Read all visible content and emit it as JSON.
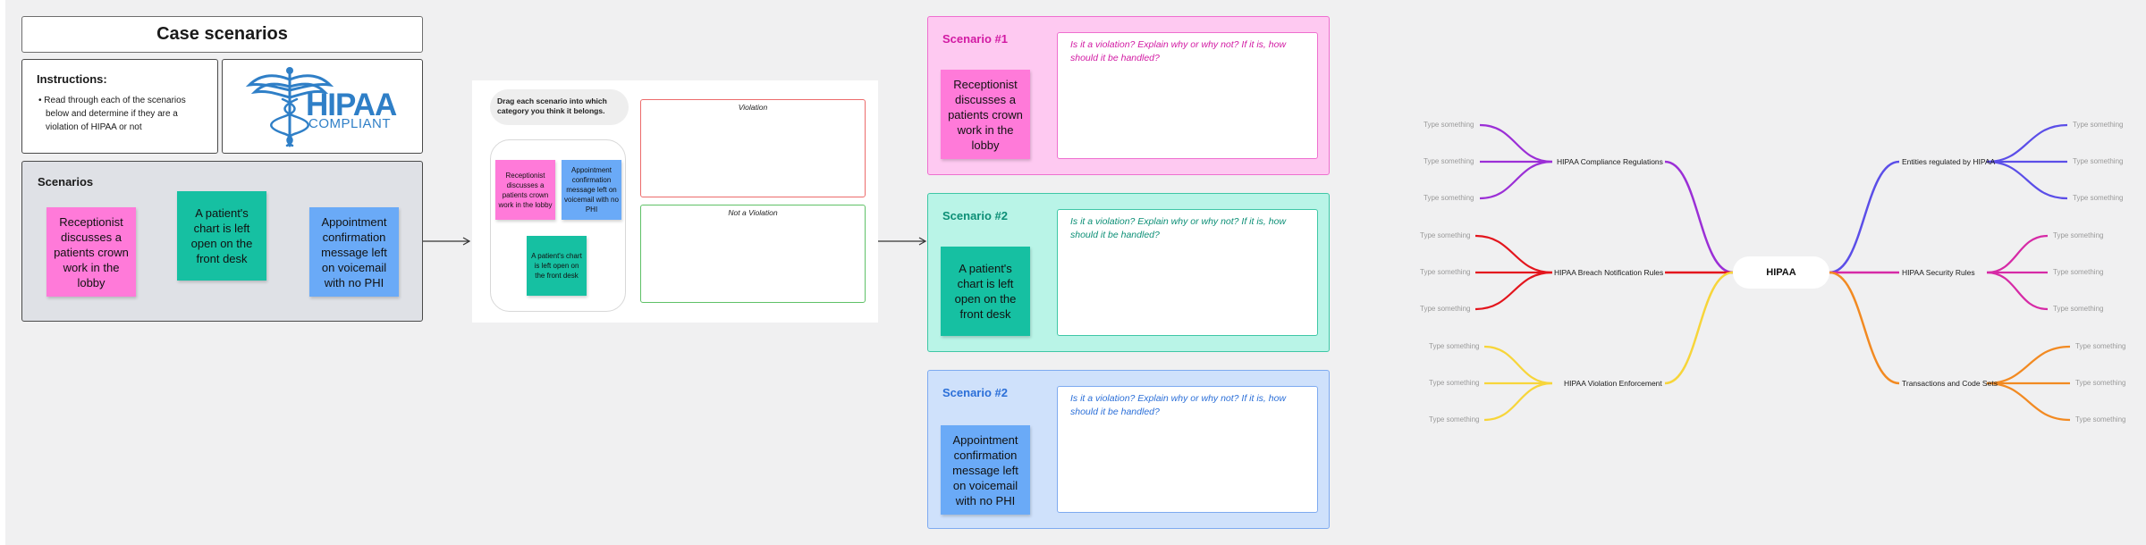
{
  "left": {
    "title": "Case scenarios",
    "instructions": {
      "heading": "Instructions:",
      "bullet": "Read through each of the scenarios below and determine if they are a violation of HIPAA or not"
    },
    "logo": {
      "word": "HIPAA",
      "sub": "COMPLIANT"
    },
    "scenarios_label": "Scenarios",
    "stickies": [
      "Receptionist discusses a patients crown work in the lobby",
      "A patient's chart is left open on the front desk",
      "Appointment confirmation message left on voicemail with no PHI"
    ]
  },
  "drag": {
    "instruction": "Drag each scenario into which category you think it belongs.",
    "violation_label": "Violation",
    "not_violation_label": "Not a Violation",
    "stickies": [
      "Receptionist discusses a patients crown work in the lobby",
      "Appointment confirmation message left on voicemail with no PHI",
      "A patient's chart is left open on the front desk"
    ]
  },
  "cards": [
    {
      "title": "Scenario #1",
      "sticky": "Receptionist discusses a patients crown work in the lobby",
      "prompt": "Is it a violation?  Explain why or why not? If it is, how should it be handled?"
    },
    {
      "title": "Scenario #2",
      "sticky": "A patient's chart is left open on the front desk",
      "prompt": "Is it a violation?  Explain why or why not? If it is, how should it be handled?"
    },
    {
      "title": "Scenario #2",
      "sticky": "Appointment confirmation message left on voicemail with no PHI",
      "prompt": "Is it a violation?  Explain why or why not? If it is, how should it be handled?"
    }
  ],
  "mindmap": {
    "root": "HIPAA",
    "placeholder": "Type something",
    "branches": [
      {
        "label": "HIPAA Compliance Regulations",
        "color": "#9b2fd6"
      },
      {
        "label": "HIPAA Breach Notification Rules",
        "color": "#e3151d"
      },
      {
        "label": "HIPAA Violation Enforcement",
        "color": "#f7d53a"
      },
      {
        "label": "Entities regulated by HIPAA",
        "color": "#5b4ee8"
      },
      {
        "label": "HIPAA Security Rules",
        "color": "#d62aa6"
      },
      {
        "label": "Transactions and Code Sets",
        "color": "#f28a22"
      }
    ]
  },
  "colors": {
    "pink_sticky": "#ff7ad9",
    "teal_sticky": "#16c0a2",
    "blue_sticky": "#6aaaf7"
  }
}
